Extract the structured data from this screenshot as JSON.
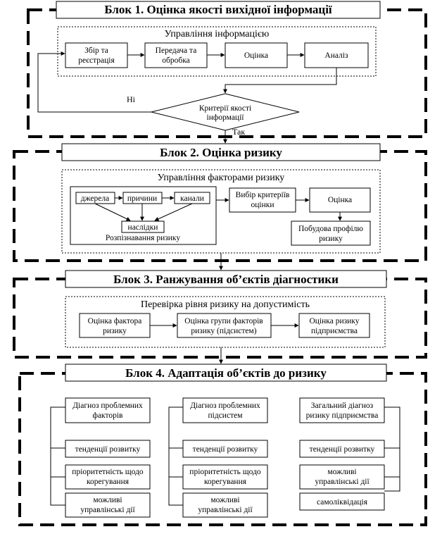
{
  "diagram": {
    "block1": {
      "title": "Блок 1. Оцінка якості вихідної інформації",
      "group_title": "Управління інформацією",
      "nodes": [
        {
          "line1": "Збір та",
          "line2": "реєстрація"
        },
        {
          "line1": "Передача та",
          "line2": "обробка"
        },
        {
          "line1": "Оцінка",
          "line2": ""
        },
        {
          "line1": "Аналіз",
          "line2": ""
        }
      ],
      "decision": {
        "line1": "Критерії якості",
        "line2": "інформації"
      },
      "label_no": "Ні",
      "label_yes": "Так"
    },
    "block2": {
      "title": "Блок 2. Оцінка ризику",
      "group_title": "Управління факторами ризику",
      "sources": "джерела",
      "causes": "причини",
      "channels": "канали",
      "consequences": "наслідки",
      "recognition": "Розпізнавання ризику",
      "criteria": {
        "line1": "Вибір критеріїв",
        "line2": "оцінки"
      },
      "assessment": "Оцінка",
      "profile": {
        "line1": "Побудова профілю",
        "line2": "ризику"
      }
    },
    "block3": {
      "title": "Блок 3. Ранжування об’єктів діагностики",
      "group_title": "Перевірка рівня ризику на допустимість",
      "nodes": [
        {
          "line1": "Оцінка фактора",
          "line2": "ризику"
        },
        {
          "line1": "Оцінка групи факторів",
          "line2": "ризику (підсистем)"
        },
        {
          "line1": "Оцінка ризику",
          "line2": "підприємства"
        }
      ]
    },
    "block4": {
      "title": "Блок 4. Адаптація об’єктів до ризику",
      "columns": [
        {
          "head": {
            "line1": "Діагноз проблемних",
            "line2": "факторів"
          },
          "items": [
            {
              "line1": "тенденції розвитку",
              "line2": ""
            },
            {
              "line1": "пріоритетність щодо",
              "line2": "корегування"
            },
            {
              "line1": "можливі",
              "line2": "управлінські дії"
            }
          ]
        },
        {
          "head": {
            "line1": "Діагноз проблемних",
            "line2": "підсистем"
          },
          "items": [
            {
              "line1": "тенденції розвитку",
              "line2": ""
            },
            {
              "line1": "пріоритетність щодо",
              "line2": "корегування"
            },
            {
              "line1": "можливі",
              "line2": "управлінські дії"
            }
          ]
        },
        {
          "head": {
            "line1": "Загальний діагноз",
            "line2": "ризику підприємства"
          },
          "items": [
            {
              "line1": "тенденції розвитку",
              "line2": ""
            },
            {
              "line1": "можливі",
              "line2": "управлінські дії"
            },
            {
              "line1": "самоліквідація",
              "line2": ""
            }
          ]
        }
      ]
    }
  }
}
